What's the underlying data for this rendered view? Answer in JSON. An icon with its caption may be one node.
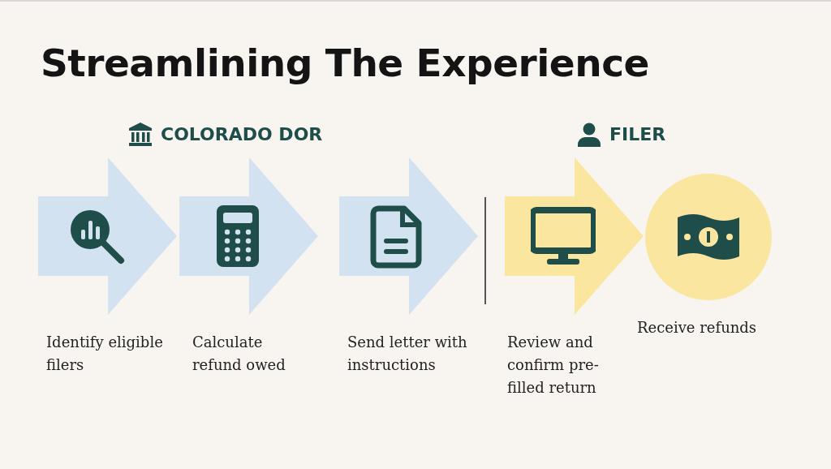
{
  "diagram": {
    "title": "Streamlining The Experience",
    "nodes": [
      {
        "text": [
          "Identify eligible filers"
        ]
      },
      {
        "text": [
          "Calculate refund owed"
        ]
      },
      {
        "text": [
          "Send letter with instructions"
        ]
      },
      {
        "text": [
          "Review and confirm pre-filled return"
        ]
      },
      {
        "text": [
          "Receive refunds"
        ]
      }
    ],
    "labels": [
      "COLORADO DOR",
      "FILER"
    ]
  }
}
